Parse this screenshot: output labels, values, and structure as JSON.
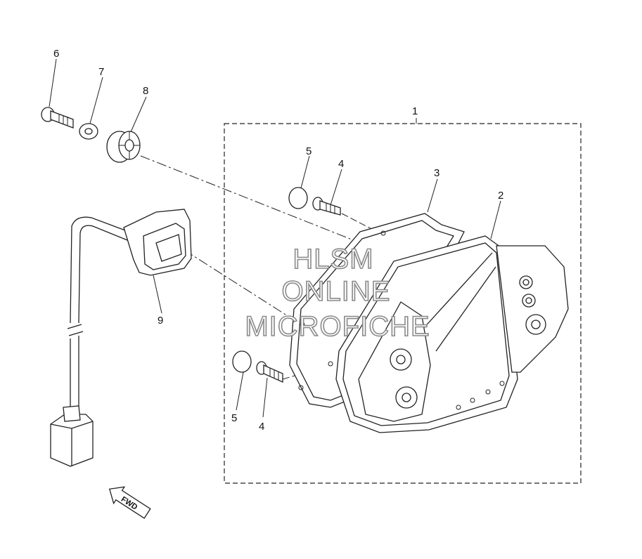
{
  "callouts": {
    "c1": "1",
    "c2": "2",
    "c3": "3",
    "c4a": "4",
    "c4b": "4",
    "c5a": "5",
    "c5b": "5",
    "c6": "6",
    "c7": "7",
    "c8": "8",
    "c9": "9"
  },
  "watermark": {
    "line1": "HLSM",
    "line2": "ONLINE",
    "line3": "MICROFICHE"
  },
  "direction": {
    "label": "FWD",
    "icon": "forward-arrow-icon"
  },
  "colors": {
    "ink": "#222222",
    "watermark_stroke": "#8a8a8a"
  }
}
